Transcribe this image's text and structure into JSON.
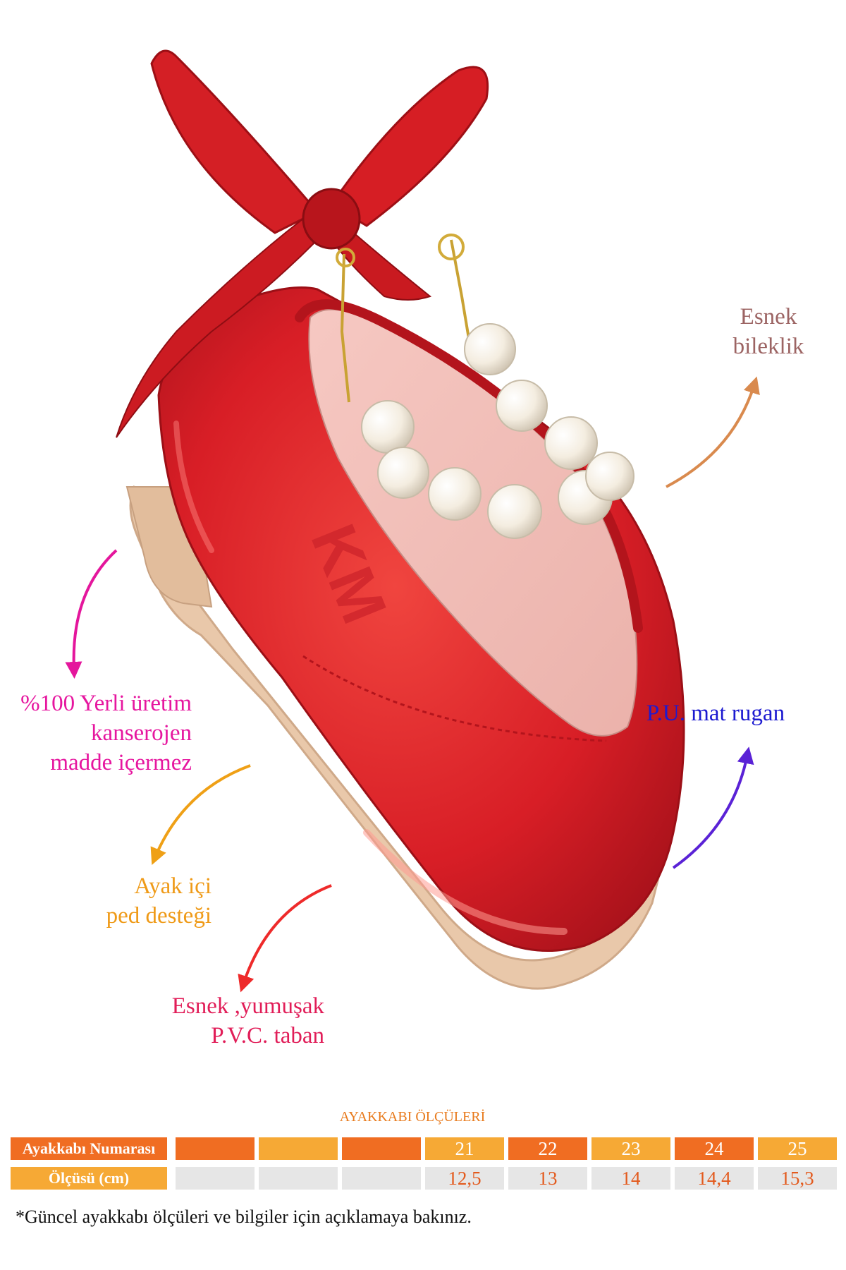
{
  "colors": {
    "shoe_red": "#d91e26",
    "sole_beige": "#e8c6a8",
    "bileklik": "#9c6463",
    "yerli": "#e6169f",
    "rugan": "#1c1ad0",
    "ped": "#ef9a17",
    "taban": "#e11d58",
    "header_orange": "#f06d22",
    "header_yellow": "#f6a935",
    "cell_grey": "#e6e6e6"
  },
  "callouts": {
    "bileklik": [
      "Esnek",
      "bileklik"
    ],
    "yerli": [
      "%100 Yerli üretim",
      "kanserojen",
      "madde içermez"
    ],
    "rugan": [
      "P.U. mat rugan"
    ],
    "ped": [
      "Ayak içi",
      "ped desteği"
    ],
    "taban": [
      "Esnek ,yumuşak",
      "P.V.C. taban"
    ]
  },
  "size_table": {
    "title": "AYAKKABI ÖLÇÜLERİ",
    "row1_label": "Ayakkabı Numarası",
    "row2_label": "Ölçüsü (cm)",
    "sizes": [
      "",
      "",
      "",
      "21",
      "22",
      "23",
      "24",
      "25"
    ],
    "lengths_cm": [
      "",
      "",
      "",
      "12,5",
      "13",
      "14",
      "14,4",
      "15,3"
    ],
    "size_cell_colors": [
      "#f06d22",
      "#f6a935",
      "#f06d22",
      "#f6a935",
      "#f06d22",
      "#f6a935",
      "#f06d22",
      "#f6a935"
    ]
  },
  "footnote": "*Güncel ayakkabı ölçüleri ve bilgiler için açıklamaya bakınız."
}
